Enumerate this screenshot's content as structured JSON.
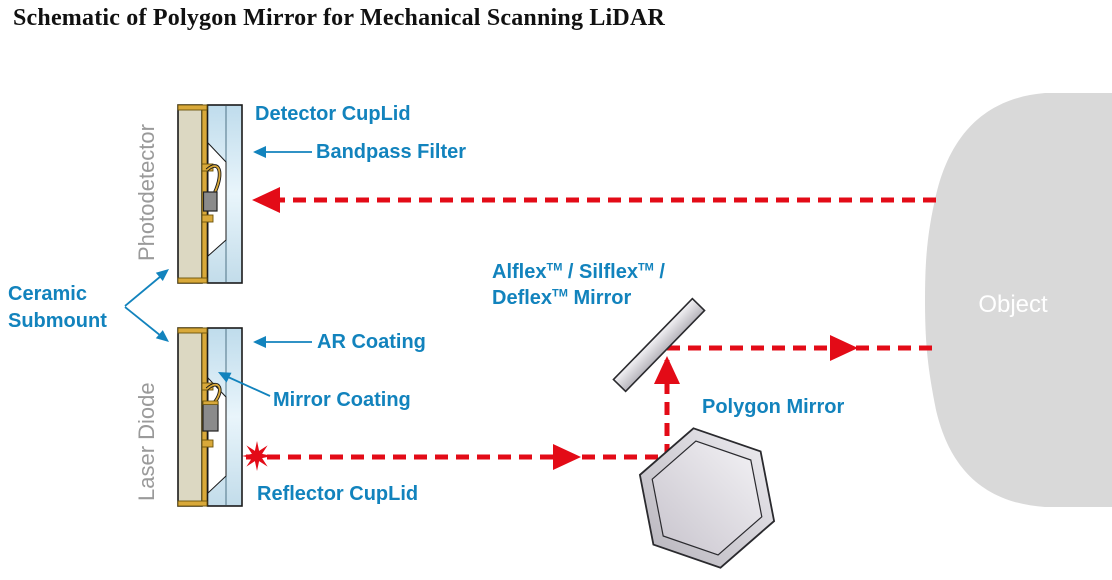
{
  "title": "Schematic of Polygon Mirror for Mechanical Scanning LiDAR",
  "components": {
    "photodetector_label": "Photodetector",
    "laser_diode_label": "Laser Diode",
    "object_label": "Object"
  },
  "labels": {
    "detector_cuplid": "Detector CupLid",
    "bandpass_filter": "Bandpass Filter",
    "ceramic_submount_line1": "Ceramic",
    "ceramic_submount_line2": "Submount",
    "ar_coating": "AR Coating",
    "mirror_coating": "Mirror Coating",
    "reflector_cuplid": "Reflector CupLid",
    "polygon_mirror": "Polygon Mirror",
    "scan_mirror": {
      "brand1": "Alflex",
      "brand2": "Silflex",
      "brand3": "Deflex",
      "trademark": "TM",
      "sep1": " / ",
      "sep2": " /",
      "suffix": " Mirror"
    }
  },
  "colors": {
    "label_blue": "#1283bd",
    "beam_red": "#e30b17",
    "object_gray": "#d9d9d9",
    "object_text": "#ffffff",
    "ceramic_beige": "#dcd8c2",
    "gold": "#d9a93a",
    "glass_blue": "#cfe6f3",
    "chip_gray": "#8b8b8b",
    "mirror_gray": "#d6d3da",
    "side_label_gray": "#9a9a9a"
  }
}
